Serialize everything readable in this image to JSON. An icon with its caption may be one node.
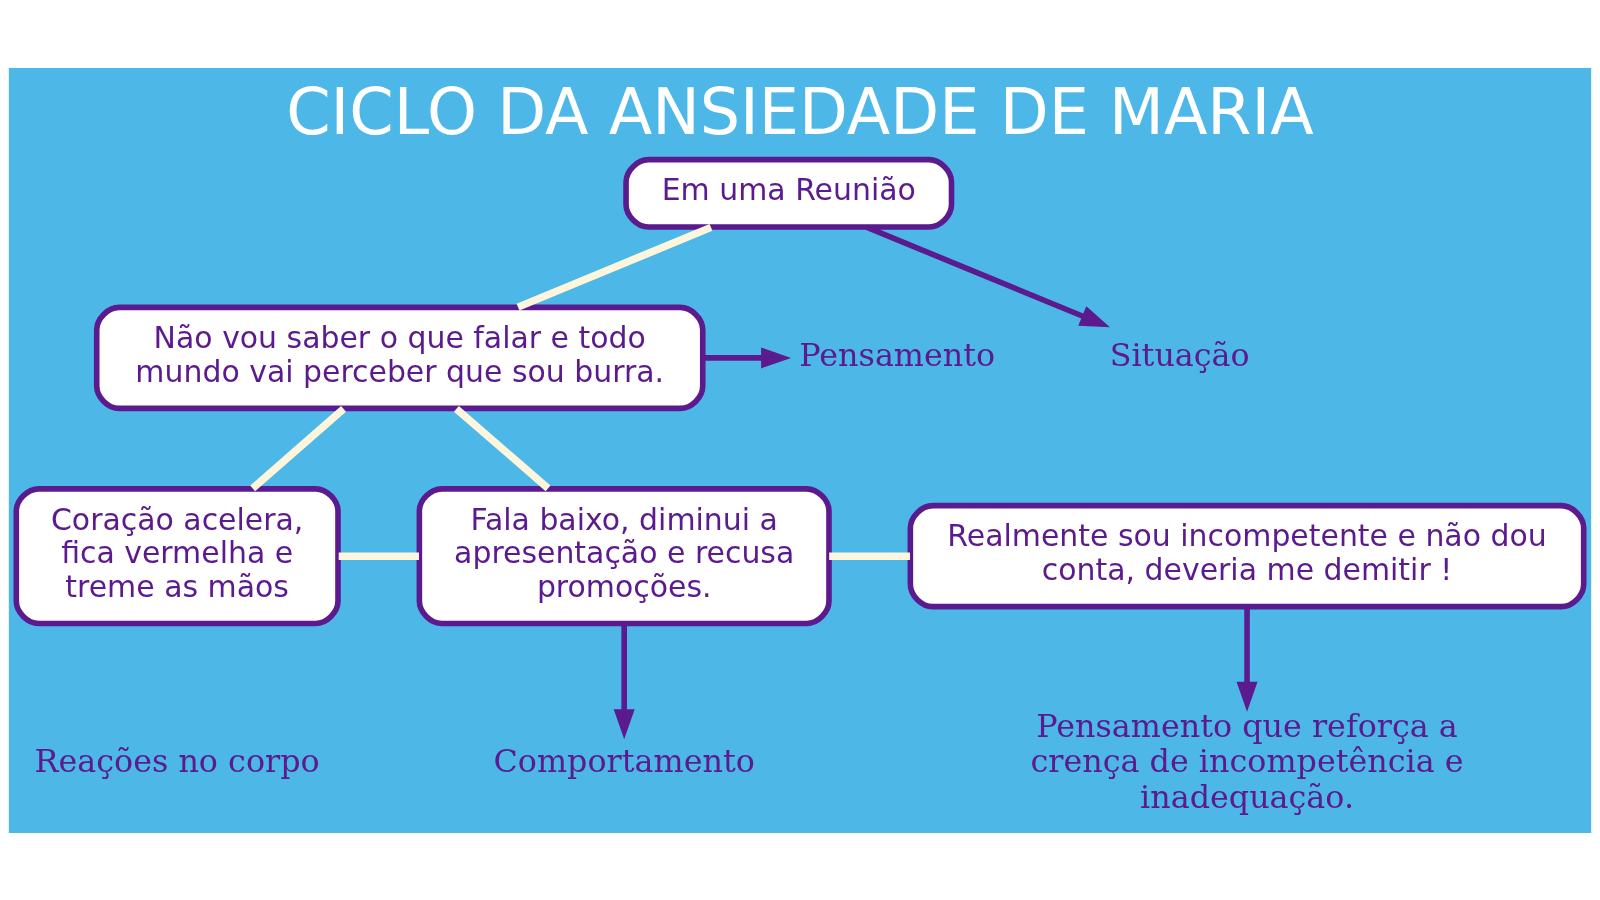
{
  "diagram": {
    "title": "CICLO DA ANSIEDADE DE MARIA",
    "nodes": [
      {
        "text": [
          "Em uma Reunião"
        ]
      },
      {
        "text": [
          "Não vou saber o que falar e todo mundo vai perceber que sou burra."
        ]
      },
      {
        "text": [
          "Coração acelera, fica vermelha e treme as mãos"
        ]
      },
      {
        "text": [
          "Fala baixo, diminui a apresentação e recusa promoções."
        ]
      },
      {
        "text": [
          "Realmente sou incompetente e não dou conta, deveria me demitir !"
        ]
      },
      {
        "text": [
          "Situação"
        ]
      },
      {
        "text": [
          "Pensamento"
        ]
      },
      {
        "text": [
          "Comportamento"
        ]
      },
      {
        "text": [
          "Pensamento que reforça a crença de incompetência e inadequação."
        ]
      }
    ],
    "edges": [
      {
        "from": 0,
        "to": 1,
        "arrow": "none"
      },
      {
        "from": 1,
        "to": 2,
        "arrow": "none"
      },
      {
        "from": 1,
        "to": 3,
        "arrow": "none"
      },
      {
        "from": 2,
        "to": 3,
        "arrow": "none"
      },
      {
        "from": 3,
        "to": 4,
        "arrow": "none"
      },
      {
        "from": 0,
        "to": 5,
        "arrow": "to",
        "color": "#5b1a8e"
      },
      {
        "from": 1,
        "to": 6,
        "arrow": "to",
        "color": "#5b1a8e"
      },
      {
        "from": 3,
        "to": 7,
        "arrow": "to",
        "color": "#5b1a8e"
      },
      {
        "from": 4,
        "to": 8,
        "arrow": "to",
        "color": "#5b1a8e"
      }
    ],
    "labels": [
      "Reações no corpo"
    ]
  }
}
